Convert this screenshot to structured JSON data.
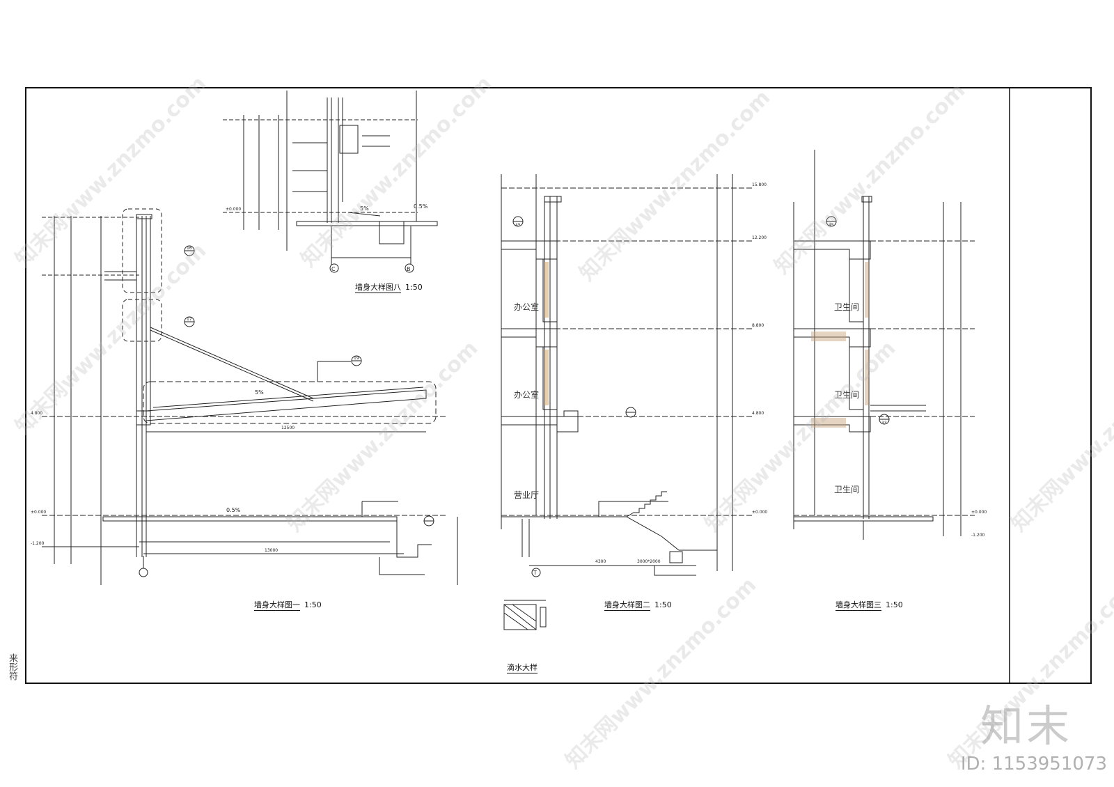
{
  "drawing": {
    "titles": {
      "detail_8": {
        "name": "墙身大样图八",
        "scale": "1:50"
      },
      "detail_1": {
        "name": "墙身大样图一",
        "scale": "1:50"
      },
      "detail_2": {
        "name": "墙身大样图二",
        "scale": "1:50"
      },
      "detail_3": {
        "name": "墙身大样图三",
        "scale": "1:50"
      },
      "drip": {
        "name": "滴水大样"
      }
    },
    "rooms": {
      "office_1": "办公室",
      "office_2": "办公室",
      "lobby": "营业厅",
      "wc_1": "卫生间",
      "wc_2": "卫生间",
      "wc_3": "卫生间"
    },
    "slopes": {
      "canopy": "5%",
      "floor": "0.5%",
      "d8": "5%",
      "d8b": "0.5%"
    },
    "dims": {
      "canopy_len": "12500",
      "base_len": "13000",
      "d2_len": "4300",
      "d2_stair": "3000*2000"
    },
    "callouts": {
      "c16": "16",
      "c17": "17",
      "c19": "19",
      "c33": "33",
      "c45": "45"
    },
    "axis": {
      "c": "C",
      "b": "B",
      "t": "T"
    },
    "levels": {
      "zero": "±0.000",
      "neg": "-1.200",
      "l4": "4.800",
      "l8": "8.800",
      "l12": "12.200",
      "l15": "15.800"
    }
  },
  "watermark": {
    "text": "知末网www.znzmo.com"
  },
  "side_note": "来形符",
  "brand": "知末",
  "id_label": "ID: 1153951073",
  "colors": {
    "line": "#222222",
    "hatch": "#d4a76a",
    "watermark": "#b4b4b4"
  }
}
